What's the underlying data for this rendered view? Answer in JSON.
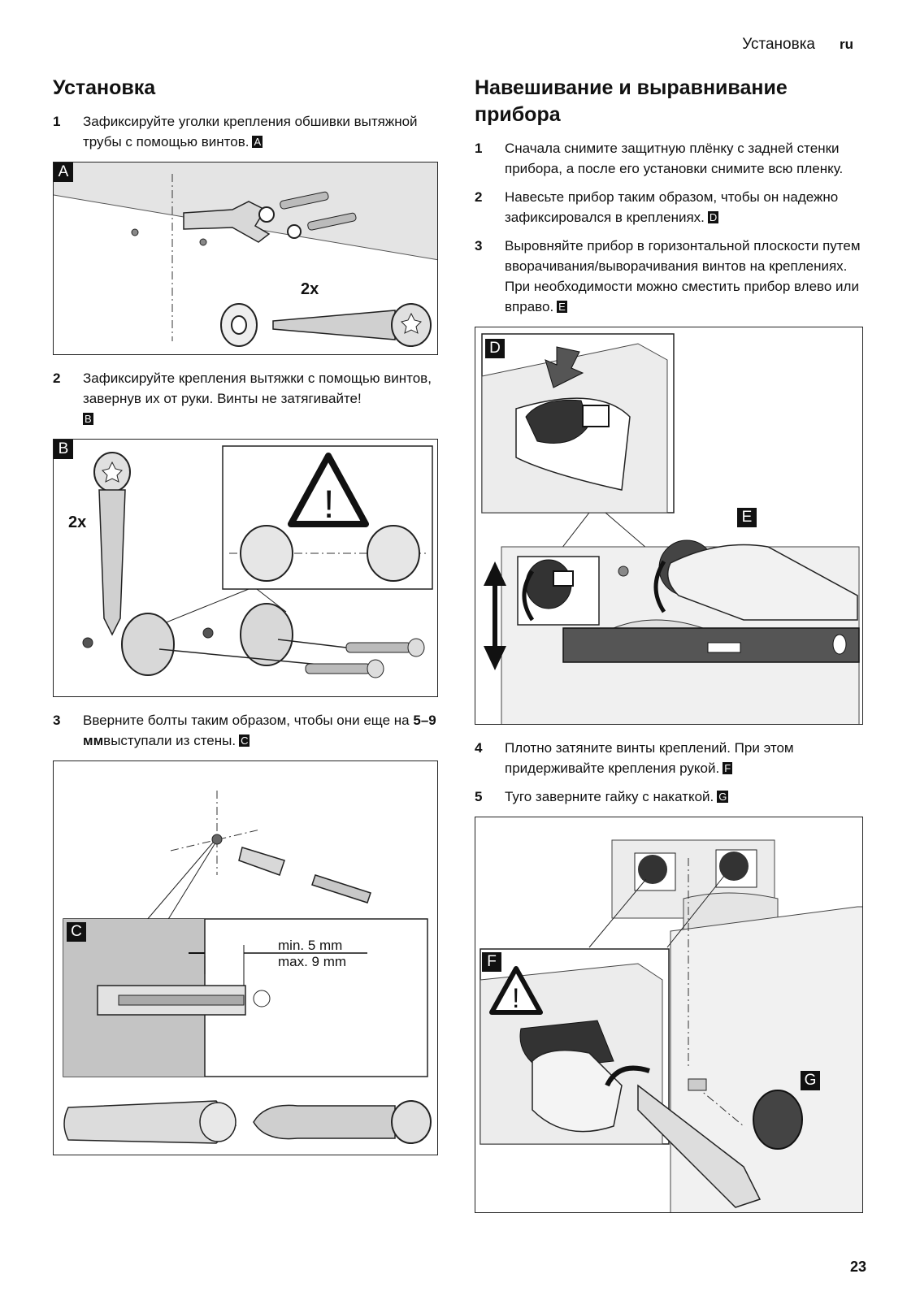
{
  "header": {
    "section": "Установка",
    "lang": "ru"
  },
  "left": {
    "title": "Установка",
    "steps": [
      {
        "num": "1",
        "text": "Зафиксируйте уголки крепления обшивки вытяжной трубы с помощью винтов.",
        "ref": "A"
      },
      {
        "num": "2",
        "text": "Зафиксируйте крепления вытяжки с помощью винтов, завернув их от руки. Винты не затягивайте!",
        "ref": "B"
      },
      {
        "num": "3",
        "text_before": "Вверните болты таким образом, чтобы они еще на ",
        "text_bold": "5–9 мм",
        "text_after": "выступали из стены.",
        "ref": "C"
      }
    ],
    "figA": {
      "label": "A",
      "qty": "2x"
    },
    "figB": {
      "label": "B",
      "qty": "2x"
    },
    "figC": {
      "label": "C",
      "min": "min. 5 mm",
      "max": "max. 9 mm"
    }
  },
  "right": {
    "title": "Навешивание и выравнивание прибора",
    "steps": [
      {
        "num": "1",
        "text": "Сначала снимите защитную плёнку с задней стенки прибора, а после его установки снимите всю пленку.",
        "ref": ""
      },
      {
        "num": "2",
        "text": "Навесьте прибор таким образом, чтобы он надежно зафиксировался в креплениях.",
        "ref": "D"
      },
      {
        "num": "3",
        "text": "Выровняйте прибор в горизонтальной плоскости путем вворачивания/выворачивания винтов на креплениях. При необходимости можно сместить прибор влево или вправо.",
        "ref": "E"
      },
      {
        "num": "4",
        "text": "Плотно затяните винты креплений. При этом придерживайте крепления рукой.",
        "ref": "F"
      },
      {
        "num": "5",
        "text": "Туго заверните гайку с накаткой.",
        "ref": "G"
      }
    ],
    "figDE": {
      "label_d": "D",
      "label_e": "E"
    },
    "figFG": {
      "label_f": "F",
      "label_g": "G"
    }
  },
  "page_number": "23"
}
